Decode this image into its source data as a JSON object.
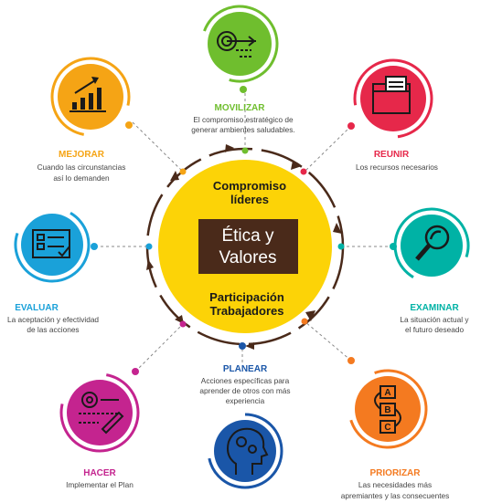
{
  "center": {
    "top_line1": "Compromiso",
    "top_line2": "líderes",
    "box_line1": "Ética y",
    "box_line2": "Valores",
    "bottom_line1": "Participación",
    "bottom_line2": "Trabajadores",
    "color": "#fcd307",
    "box_color": "#4a2a1a",
    "arrow_color": "#4a2a1a"
  },
  "steps": [
    {
      "id": "movilizar",
      "title": "MOVILIZAR",
      "desc": [
        "El compromiso estratégico de",
        "generar ambientes saludables."
      ],
      "color": "#6fbe2e",
      "icon": "target-arrow-icon"
    },
    {
      "id": "reunir",
      "title": "REUNIR",
      "desc": [
        "Los recursos necesarios"
      ],
      "color": "#e6284a",
      "icon": "folder-documents-icon"
    },
    {
      "id": "examinar",
      "title": "EXAMINAR",
      "desc": [
        "La situación actual y",
        "el futuro deseado"
      ],
      "color": "#00b2a5",
      "icon": "magnifier-icon"
    },
    {
      "id": "priorizar",
      "title": "PRIORIZAR",
      "desc": [
        "Las necesidades más",
        "apremiantes y las consecuentes"
      ],
      "color": "#f47a20",
      "icon": "abc-flowchart-icon"
    },
    {
      "id": "planear",
      "title": "PLANEAR",
      "desc": [
        "Acciones específicas para",
        "aprender de otros con más",
        "experiencia"
      ],
      "color": "#1a56a8",
      "icon": "head-gears-icon"
    },
    {
      "id": "hacer",
      "title": "HACER",
      "desc": [
        "Implementar el Plan"
      ],
      "color": "#c4248f",
      "icon": "gears-pencil-icon"
    },
    {
      "id": "evaluar",
      "title": "EVALUAR",
      "desc": [
        "La aceptación y efectividad",
        "de las acciones"
      ],
      "color": "#1aa1d9",
      "icon": "checklist-icon"
    },
    {
      "id": "mejorar",
      "title": "MEJORAR",
      "desc": [
        "Cuando las circunstancias",
        "así lo demanden"
      ],
      "color": "#f5a415",
      "icon": "growth-chart-icon"
    }
  ]
}
